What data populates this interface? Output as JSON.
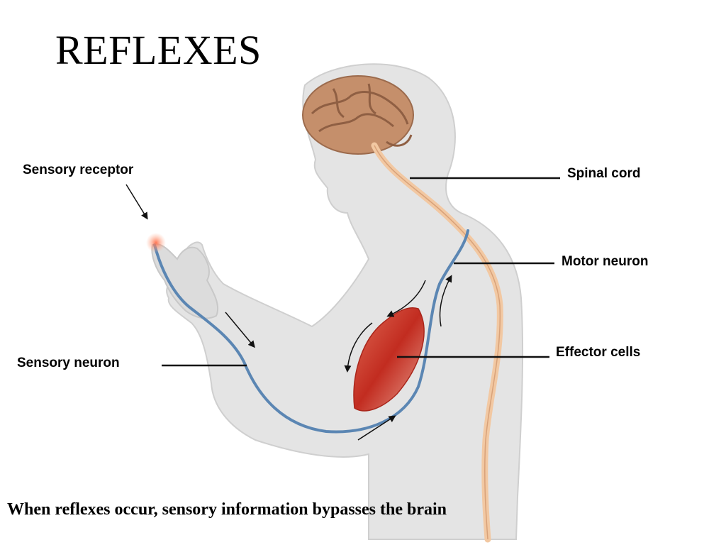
{
  "slide": {
    "title": "REFLEXES",
    "caption": "When reflexes occur, sensory information bypasses the brain"
  },
  "labels": {
    "sensory_receptor": "Sensory receptor",
    "spinal_cord": "Spinal cord",
    "motor_neuron": "Motor neuron",
    "effector_cells": "Effector cells",
    "sensory_neuron": "Sensory neuron"
  },
  "colors": {
    "body": "#e4e4e4",
    "brain": "#c58f6b",
    "spinal_cord": "#f2c8a2",
    "nerve": "#5b86b3",
    "muscle": "#c8362a",
    "receptor": "#ff9a6e"
  }
}
